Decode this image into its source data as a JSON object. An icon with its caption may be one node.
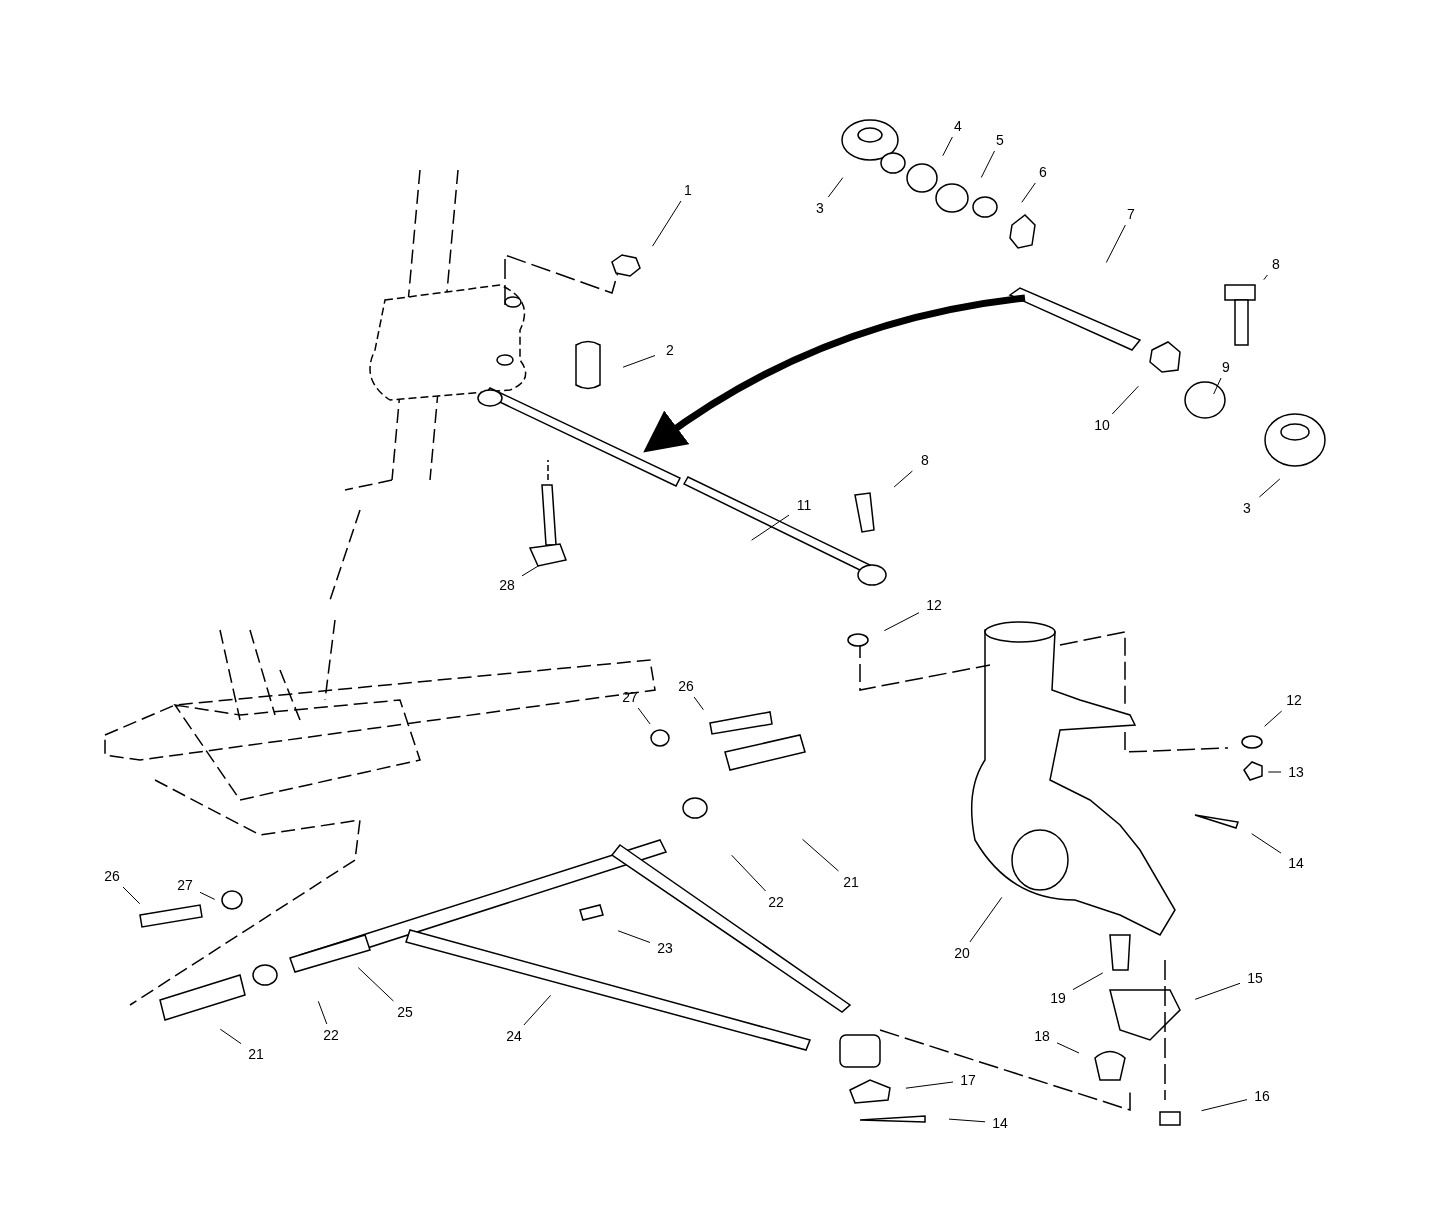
{
  "diagram": {
    "nodes": [
      {
        "text": [
          "4"
        ]
      },
      {
        "text": [
          "5"
        ]
      },
      {
        "text": [
          "6"
        ]
      },
      {
        "text": [
          "1"
        ]
      },
      {
        "text": [
          "3"
        ]
      },
      {
        "text": [
          "7"
        ]
      },
      {
        "text": [
          "8"
        ]
      },
      {
        "text": [
          "2"
        ]
      },
      {
        "text": [
          "9"
        ]
      },
      {
        "text": [
          "10"
        ]
      },
      {
        "text": [
          "8"
        ]
      },
      {
        "text": [
          "11"
        ]
      },
      {
        "text": [
          "3"
        ]
      },
      {
        "text": [
          "28"
        ]
      },
      {
        "text": [
          "12"
        ]
      },
      {
        "text": [
          "26"
        ]
      },
      {
        "text": [
          "27"
        ]
      },
      {
        "text": [
          "12"
        ]
      },
      {
        "text": [
          "13"
        ]
      },
      {
        "text": [
          "14"
        ]
      },
      {
        "text": [
          "26"
        ]
      },
      {
        "text": [
          "21"
        ]
      },
      {
        "text": [
          "27"
        ]
      },
      {
        "text": [
          "22"
        ]
      },
      {
        "text": [
          "23"
        ]
      },
      {
        "text": [
          "20"
        ]
      },
      {
        "text": [
          "15"
        ]
      },
      {
        "text": [
          "19"
        ]
      },
      {
        "text": [
          "25"
        ]
      },
      {
        "text": [
          "22"
        ]
      },
      {
        "text": [
          "24"
        ]
      },
      {
        "text": [
          "18"
        ]
      },
      {
        "text": [
          "21"
        ]
      },
      {
        "text": [
          "17"
        ]
      },
      {
        "text": [
          "16"
        ]
      },
      {
        "text": [
          "14"
        ]
      }
    ],
    "edges": [
      {
        "from": 0,
        "to": null,
        "arrow": "none"
      },
      {
        "from": 1,
        "to": null,
        "arrow": "none"
      },
      {
        "from": 2,
        "to": null,
        "arrow": "none"
      },
      {
        "from": 3,
        "to": null,
        "arrow": "none"
      },
      {
        "from": 4,
        "to": null,
        "arrow": "none"
      },
      {
        "from": 5,
        "to": null,
        "arrow": "none"
      },
      {
        "from": 6,
        "to": null,
        "arrow": "none"
      },
      {
        "from": 7,
        "to": null,
        "arrow": "none"
      },
      {
        "from": 8,
        "to": null,
        "arrow": "none"
      },
      {
        "from": 9,
        "to": null,
        "arrow": "none"
      },
      {
        "from": 10,
        "to": null,
        "arrow": "none"
      },
      {
        "from": 11,
        "to": null,
        "arrow": "none"
      },
      {
        "from": 12,
        "to": null,
        "arrow": "none"
      },
      {
        "from": 13,
        "to": null,
        "arrow": "none"
      },
      {
        "from": 14,
        "to": null,
        "arrow": "none"
      },
      {
        "from": 15,
        "to": null,
        "arrow": "none"
      },
      {
        "from": 16,
        "to": null,
        "arrow": "none"
      },
      {
        "from": 17,
        "to": null,
        "arrow": "none"
      },
      {
        "from": 18,
        "to": null,
        "arrow": "none"
      },
      {
        "from": 19,
        "to": null,
        "arrow": "none"
      },
      {
        "from": 20,
        "to": null,
        "arrow": "none"
      },
      {
        "from": 21,
        "to": null,
        "arrow": "none"
      },
      {
        "from": 22,
        "to": null,
        "arrow": "none"
      },
      {
        "from": 23,
        "to": null,
        "arrow": "none"
      },
      {
        "from": 24,
        "to": null,
        "arrow": "none"
      },
      {
        "from": 25,
        "to": null,
        "arrow": "none"
      },
      {
        "from": 26,
        "to": null,
        "arrow": "none"
      },
      {
        "from": 27,
        "to": null,
        "arrow": "none"
      },
      {
        "from": 28,
        "to": null,
        "arrow": "none"
      },
      {
        "from": 29,
        "to": null,
        "arrow": "none"
      },
      {
        "from": 30,
        "to": null,
        "arrow": "none"
      },
      {
        "from": 31,
        "to": null,
        "arrow": "none"
      },
      {
        "from": 32,
        "to": null,
        "arrow": "none"
      },
      {
        "from": 33,
        "to": null,
        "arrow": "none"
      },
      {
        "from": 34,
        "to": null,
        "arrow": "none"
      },
      {
        "from": 35,
        "to": null,
        "arrow": "none"
      }
    ]
  }
}
